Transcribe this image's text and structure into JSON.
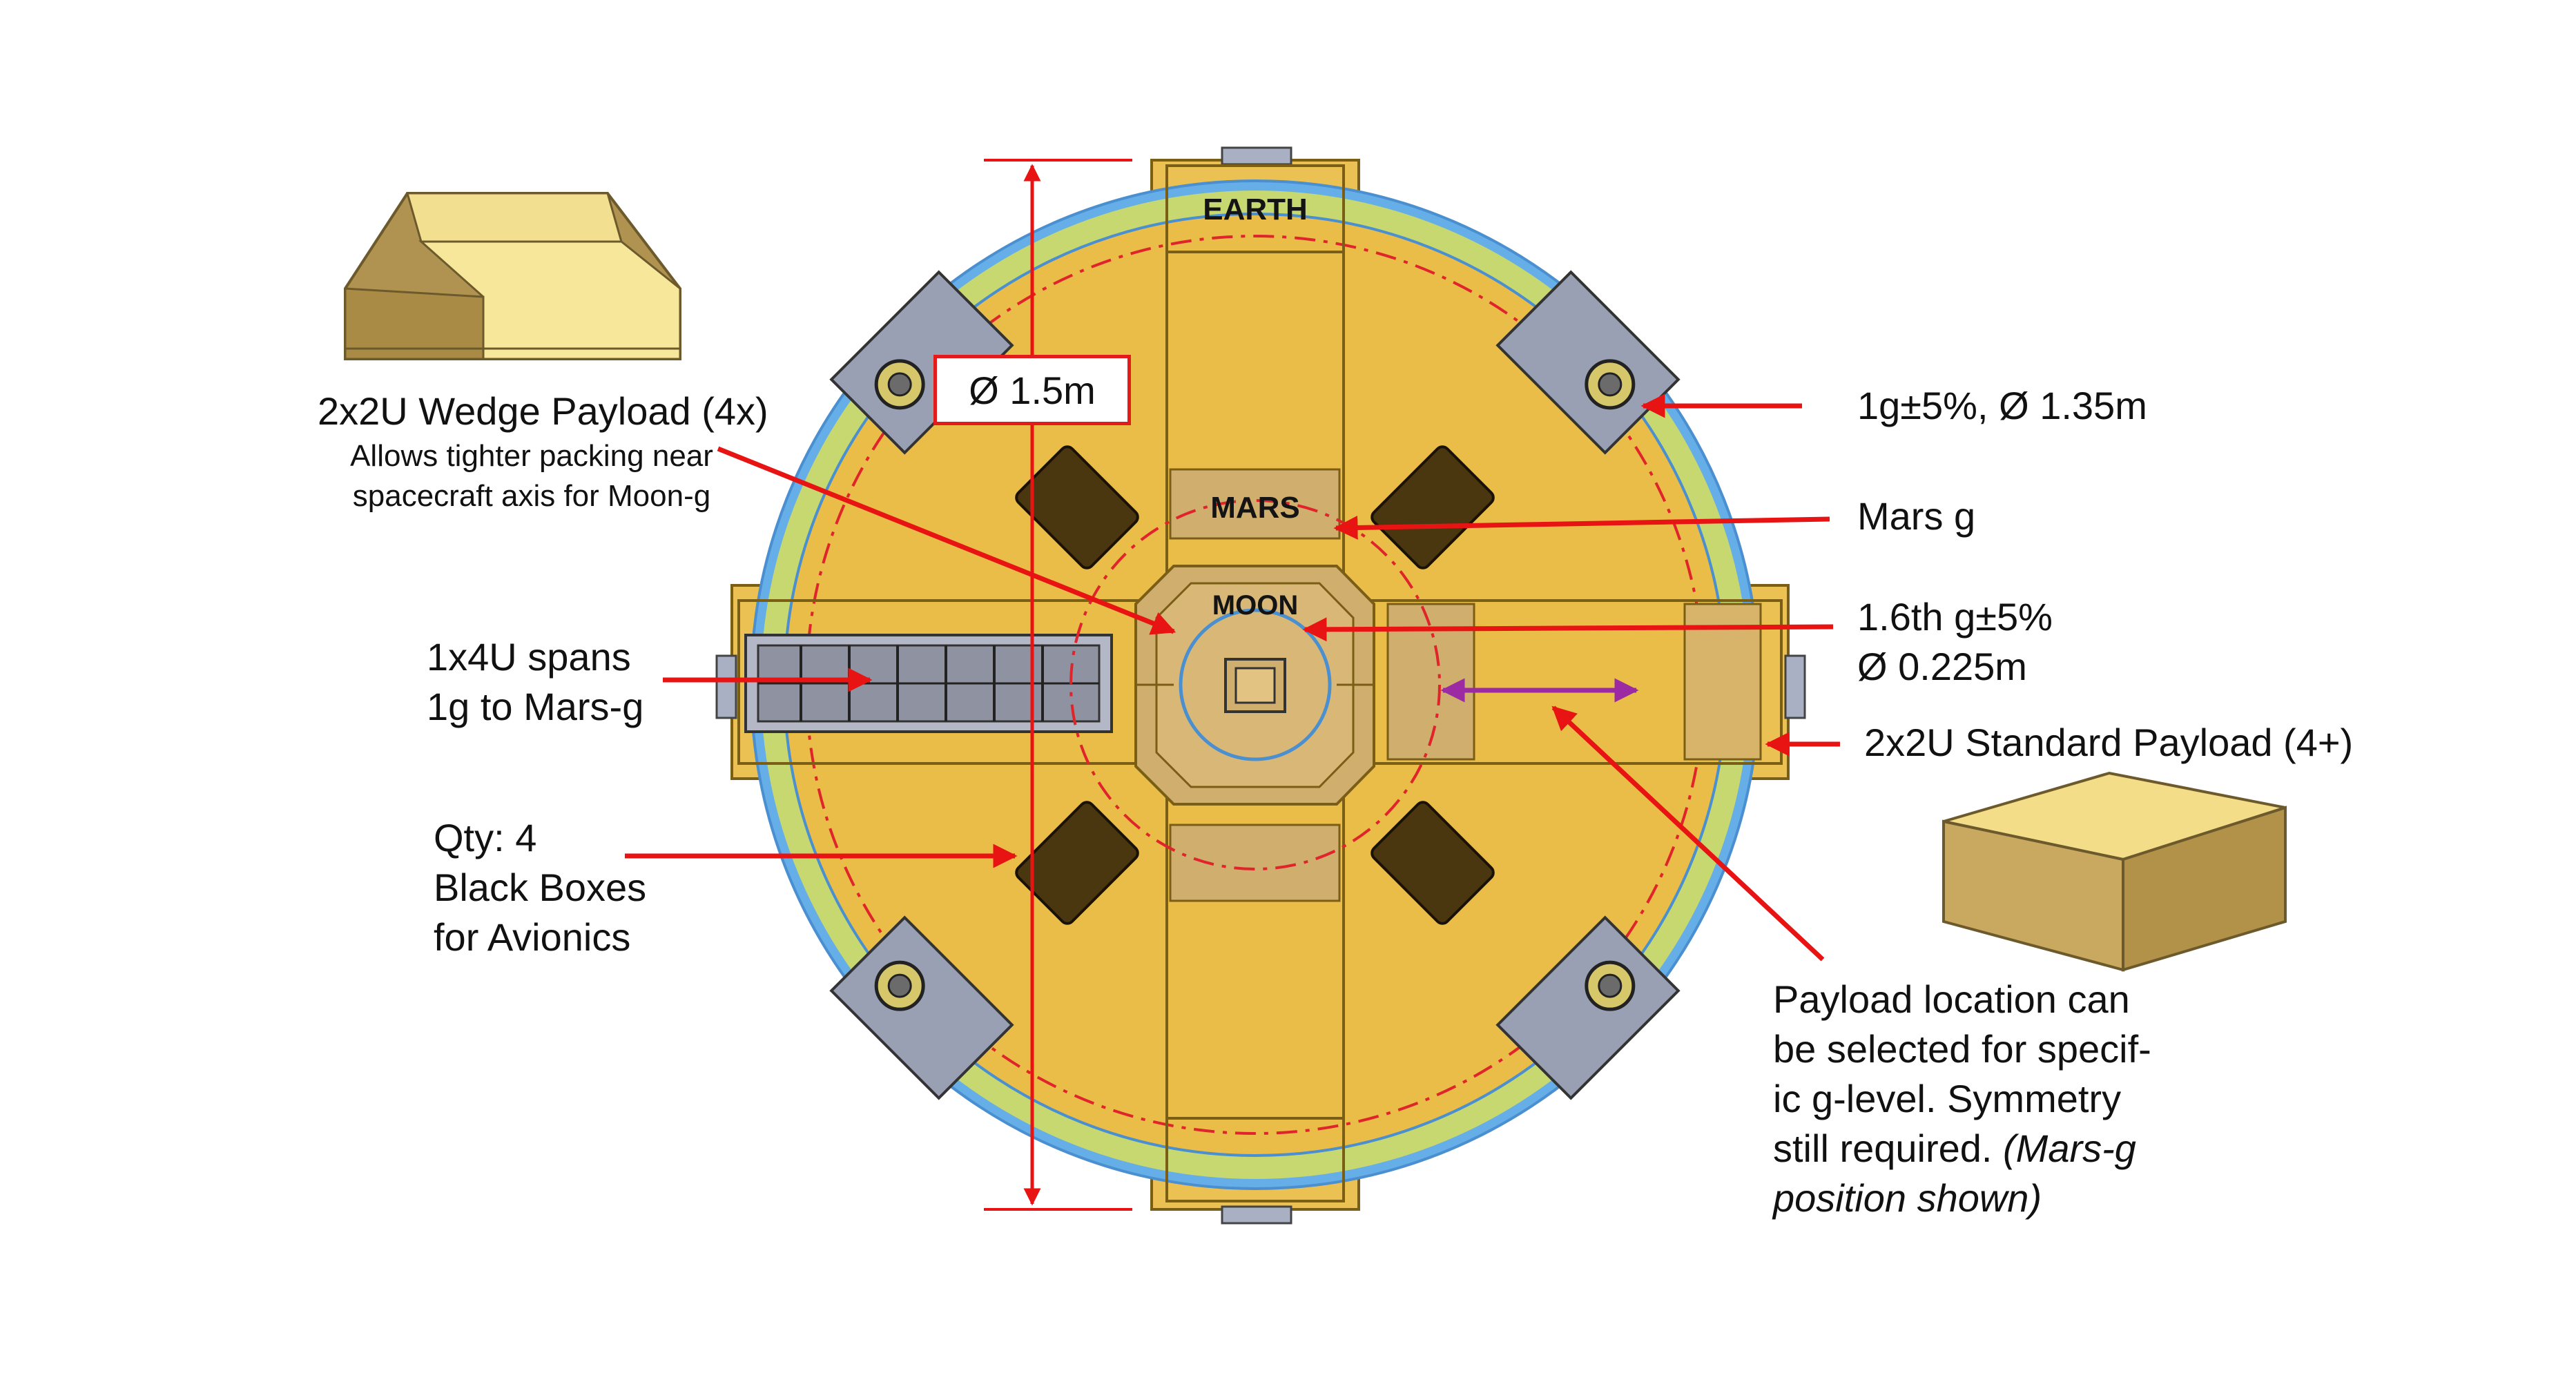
{
  "dimension": {
    "diameter_label": "Ø 1.5m"
  },
  "zones": {
    "earth": "EARTH",
    "mars": "MARS",
    "moon": "MOON"
  },
  "callouts": {
    "wedge_title": "2x2U Wedge Payload (4x)",
    "wedge_note_1": "Allows tighter packing near",
    "wedge_note_2": "spacecraft axis for Moon-g",
    "span_1": "1x4U spans",
    "span_2": "1g to Mars-g",
    "qty_1": "Qty: 4",
    "qty_2": "Black Boxes",
    "qty_3": "for Avionics",
    "one_g": "1g±5%, Ø 1.35m",
    "mars_g": "Mars g",
    "sixth_1": "1.6th g±5%",
    "sixth_2": "Ø 0.225m",
    "standard": "2x2U Standard Payload (4+)",
    "loc_1": "Payload location can",
    "loc_2": "be selected for specif-",
    "loc_3": "ic g-level. Symmetry",
    "loc_4": "still required.",
    "loc_4_italic": "(Mars-g",
    "loc_5": "position shown)"
  },
  "colors": {
    "deck": "#e9bd48",
    "arm": "#ecc153",
    "outer_ring": "#66aee8",
    "ring_fill": "#c8d870",
    "mars_circle": "#e0242b",
    "avionics_box": "#4a3710",
    "thruster_pod": "#9aa0b4",
    "payload_tan": "#cfae6e",
    "arrow_red": "#e81414",
    "arrow_purple": "#9b2aa3"
  }
}
